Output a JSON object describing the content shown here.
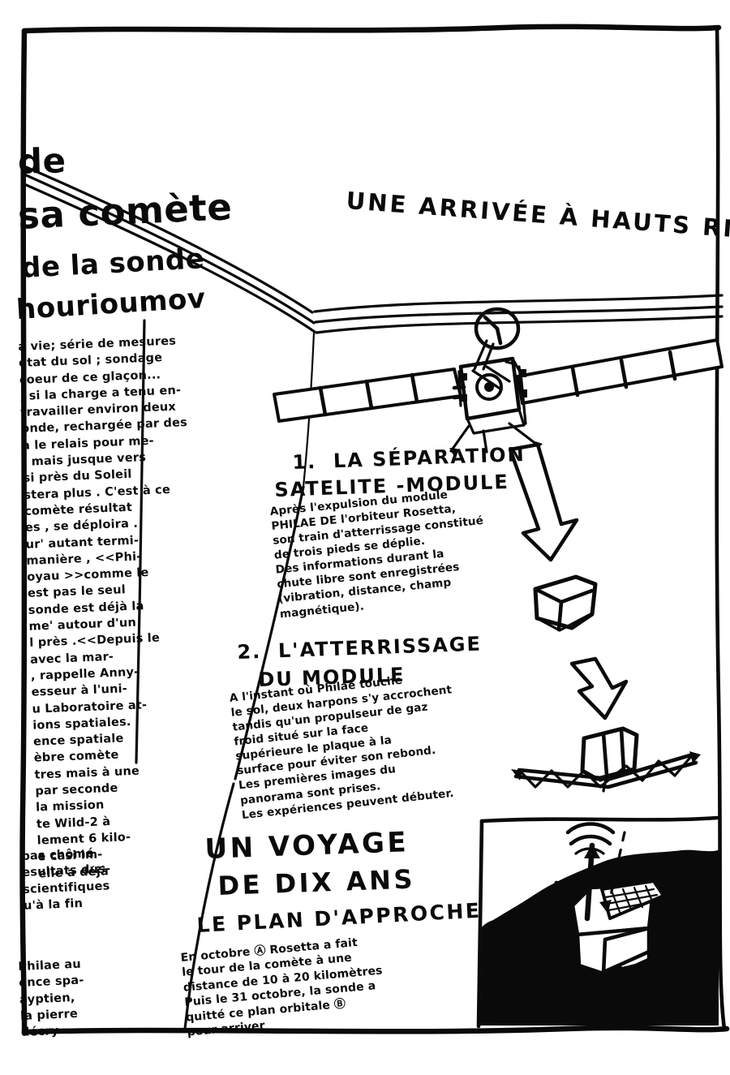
{
  "document": {
    "kind": "hand-drawn magazine spread sketch",
    "language": "French",
    "ink_color": "#0a0a0a",
    "paper_color": "#ffffff"
  },
  "left_page": {
    "headline_lines": [
      "de",
      "sa comète",
      "de la sonde",
      "hourioumov"
    ],
    "body_text": "a vie; série de mesures\nétat du sol ; sondage\ncoeur de ce glaçon...\n, si la charge a tenu en-\ntravailler environ deux\nonde, rechargée par des\na le relais pour me-\n, mais jusque vers\nsi près du Soleil\nstera plus . C'est à ce\ncomète résultat\nes , se déploira .\nur' autant     termi-\nmanière , <<Phi-\noyau >>comme    le\nest  pas  le  seul\nsonde est déjà  la\nme'   autour  d'un\nl près .<<Depuis le\navec   la  mar-\n, rappelle   Anny-\nesseur à l'uni-\nu Laboratoire at-\nions spatiales.\nence  spatiale\nèbre   comète\ntres mais  à  une\npar   seconde\nla  mission\nte  Wild-2 à\nlement 6 kilo-\ne casi    im-\nelle a déjà",
    "body_text_2": "pas chômé\nesultats dus-\nscientifiques\nu'à la fin",
    "body_text_3": "Philae au\nence spa-\nayptien,\nla pierre\ndécry"
  },
  "right_page": {
    "main_headline": "UNE ARRIVÉE À HAUTS RIS",
    "sections": [
      {
        "number": "1.",
        "title_line_1": "1.  LA SÉPARATION",
        "title_line_2": "SATELITE -MODULE",
        "body": "Après l'expulsion du module\nPHILAE DE l'orbiteur Rosetta,\nson train d'atterrissage constitué\nde trois pieds se déplie.\nDes informations durant la\nchute libre sont enregistrées\n(vibration, distance, champ\nmagnétique)."
      },
      {
        "number": "2.",
        "title_line_1": "2.  L'ATTERRISSAGE",
        "title_line_2": "DU MODULE",
        "body": "A l'instant où Philae touche\nle sol, deux harpons s'y accrochent\ntandis qu'un propulseur de gaz\nfroid situé sur la face\nsupérieure le plaque à la\nsurface pour éviter son rebond.\nLes premières images du\npanorama sont prises.\nLes expériences peuvent débuter."
      }
    ],
    "voyage": {
      "title_line_1": "UN VOYAGE",
      "title_line_2": "DE DIX ANS",
      "subtitle": "LE PLAN D'APPROCHE",
      "body": "En octobre Ⓐ Rosetta a fait\nle tour de la comète à une\ndistance de 10 à 20 kilomètres\nPuis le 31 octobre, la sonde a\nquitté ce plan orbitale Ⓑ\npour arriver"
    }
  },
  "illustrations": [
    {
      "name": "rosetta-orbiter",
      "caption": "Rosetta orbiter with two long ribbed solar panel wings, central body box, dish antenna and legs"
    },
    {
      "name": "separation-arrow",
      "caption": "large outlined downward arrow"
    },
    {
      "name": "philae-module-falling",
      "caption": "angular outlined module tumbling in free fall"
    },
    {
      "name": "landing-arrow",
      "caption": "second outlined downward arrow"
    },
    {
      "name": "philae-touchdown",
      "caption": "module with deployed three-leg lattice landing gear touching the surface"
    },
    {
      "name": "philae-on-comet",
      "caption": "Philae lander on speckled comet surface, solar grid panel on top, antenna emitting signal waves, dashed descent trajectory, three truss legs"
    }
  ],
  "colors": {
    "ink": "#0a0a0a",
    "paper": "#ffffff"
  }
}
